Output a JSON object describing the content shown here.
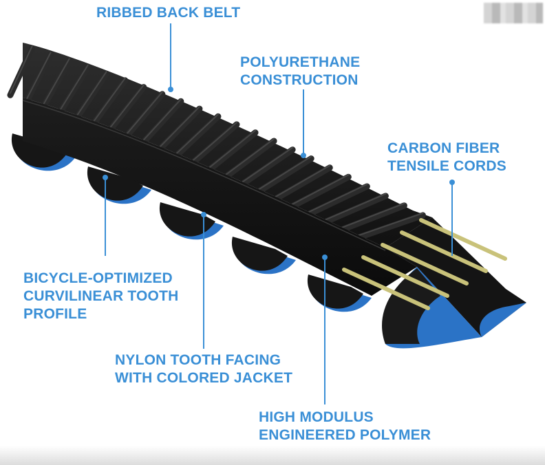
{
  "colors": {
    "label": "#3a8fd6",
    "leader": "#3a8fd6",
    "belt_dark": "#161616",
    "belt_rib": "#2b2b2b",
    "rib_highlight": "#474747",
    "tooth_jacket": "#2b73c6",
    "cord": "#c9c27a"
  },
  "labels": {
    "ribbed_back_belt": "RIBBED BACK BELT",
    "polyurethane": [
      "POLYURETHANE",
      "CONSTRUCTION"
    ],
    "carbon_fiber": [
      "CARBON FIBER",
      "TENSILE CORDS"
    ],
    "tooth_profile": [
      "BICYCLE-OPTIMIZED",
      "CURVILINEAR TOOTH",
      "PROFILE"
    ],
    "nylon_facing": [
      "NYLON TOOTH FACING",
      "WITH COLORED JACKET"
    ],
    "polymer": [
      "HIGH MODULUS",
      "ENGINEERED POLYMER"
    ]
  }
}
